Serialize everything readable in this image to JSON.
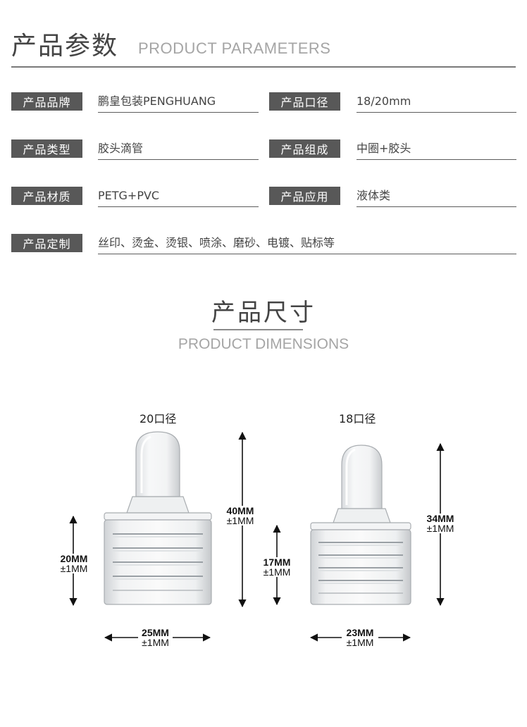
{
  "header": {
    "title_cn": "产品参数",
    "title_en": "PRODUCT PARAMETERS"
  },
  "params": {
    "brand_label": "产品品牌",
    "brand_value": "鹏皇包装PENGHUANG",
    "caliber_label": "产品口径",
    "caliber_value": "18/20mm",
    "type_label": "产品类型",
    "type_value": "胶头滴管",
    "composition_label": "产品组成",
    "composition_value": "中圈+胶头",
    "material_label": "产品材质",
    "material_value": "PETG+PVC",
    "application_label": "产品应用",
    "application_value": "液体类",
    "custom_label": "产品定制",
    "custom_value": "丝印、烫金、烫银、喷涂、磨砂、电镀、贴标等"
  },
  "dimensions": {
    "title_cn": "产品尺寸",
    "title_en": "PRODUCT DIMENSIONS",
    "left": {
      "caption": "20口径",
      "height_total": "40MM",
      "height_total_tol": "±1MM",
      "height_collar": "20MM",
      "height_collar_tol": "±1MM",
      "width": "25MM",
      "width_tol": "±1MM"
    },
    "right": {
      "caption": "18口径",
      "height_total": "34MM",
      "height_total_tol": "±1MM",
      "height_collar": "17MM",
      "height_collar_tol": "±1MM",
      "width": "23MM",
      "width_tol": "±1MM"
    }
  }
}
